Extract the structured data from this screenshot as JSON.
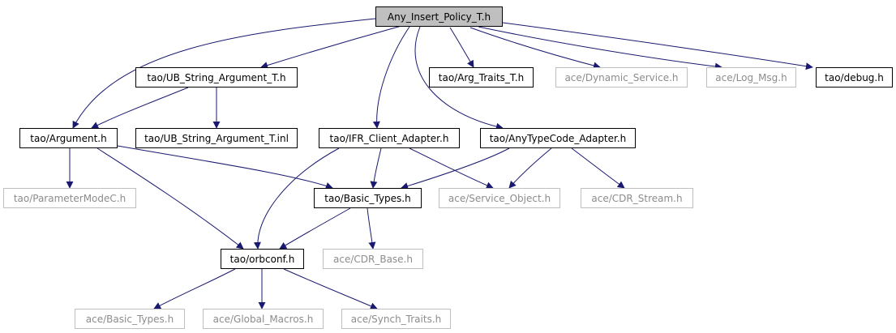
{
  "colors": {
    "edge": "#191970",
    "node_border": "#000000",
    "external_border": "#bfbfbf",
    "external_text": "#8c8c8c",
    "root_fill": "#bfbfbf"
  },
  "nodes": {
    "root": "Any_Insert_Policy_T.h",
    "ub_string_argument_t_h": "tao/UB_String_Argument_T.h",
    "arg_traits_t_h": "tao/Arg_Traits_T.h",
    "dynamic_service_h": "ace/Dynamic_Service.h",
    "log_msg_h": "ace/Log_Msg.h",
    "debug_h": "tao/debug.h",
    "argument_h": "tao/Argument.h",
    "ub_string_argument_t_inl": "tao/UB_String_Argument_T.inl",
    "ifr_client_adapter_h": "tao/IFR_Client_Adapter.h",
    "anytypecode_adapter_h": "tao/AnyTypeCode_Adapter.h",
    "parametermodec_h": "tao/ParameterModeC.h",
    "tao_basic_types_h": "tao/Basic_Types.h",
    "service_object_h": "ace/Service_Object.h",
    "cdr_stream_h": "ace/CDR_Stream.h",
    "orbconf_h": "tao/orbconf.h",
    "cdr_base_h": "ace/CDR_Base.h",
    "ace_basic_types_h": "ace/Basic_Types.h",
    "global_macros_h": "ace/Global_Macros.h",
    "synch_traits_h": "ace/Synch_Traits.h"
  }
}
